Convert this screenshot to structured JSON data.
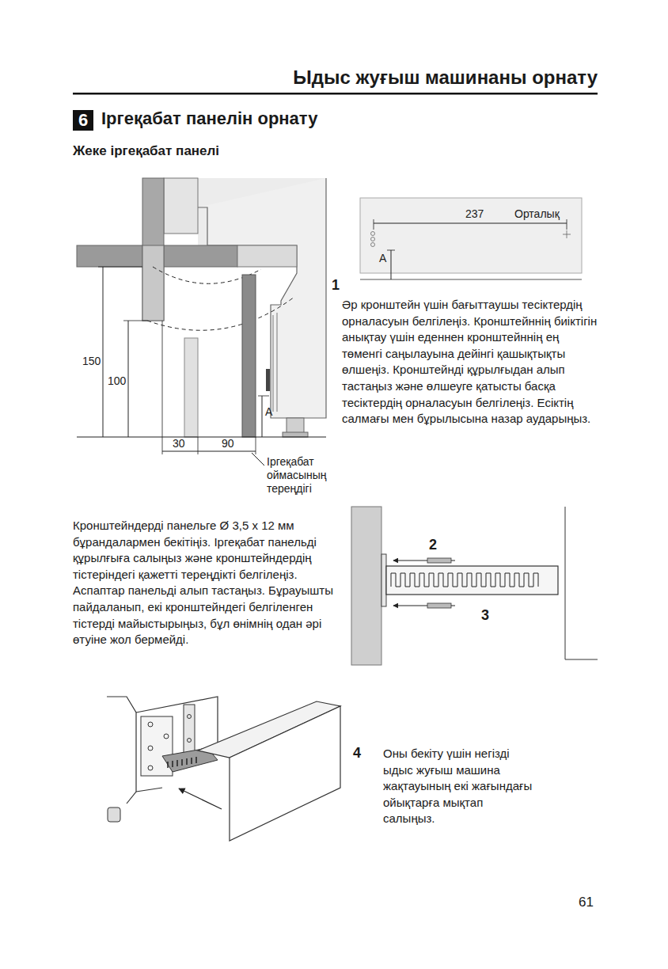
{
  "diagram": {
    "title": "Ыдыс жуғыш машинаны орнату",
    "nodes": [
      {
        "text": [
          "6"
        ]
      }
    ],
    "labels": [
      "Іргеқабат панелін орнату",
      "Жеке іргеқабат панелі",
      "150",
      "100",
      "A",
      "30",
      "90",
      "Іргеқабат оймасының тереңдігі",
      "1",
      "237",
      "Орталық",
      "A",
      "Әр кронштейн үшін бағыттаушы тесіктердің орналасуын белгілеңіз. Кронштейннің биіктігін анықтау үшін еденнен кронштейннің ең төменгі саңылауына дейінгі қашықтықты өлшеңіз. Кронштейнді құрылғыдан алып тастаңыз және өлшеуге қатысты басқа тесіктердің орналасуын белгілеңіз. Есіктің салмағы мен бұрылысына назар аударыңыз.",
      "Кронштейндерді панельге Ø 3,5 x 12 мм бұрандалармен бекітіңіз. Іргеқабат панельді құрылғыға салыңыз және кронштейндердің тістеріндегі қажетті тереңдікті белгілеңіз. Аспаптар панельді алып тастаңыз. Бұрауышты пайдаланып, екі кронштейндегі белгіленген тістерді майыстырыңыз, бұл өнімнің одан әрі өтуіне жол бермейді.",
      "2",
      "3",
      "4",
      "Оны бекіту үшін негізді ыдыс жуғыш машина жақтауының екі жағындағы ойықтарға мықтап салыңыз.",
      "61"
    ]
  }
}
